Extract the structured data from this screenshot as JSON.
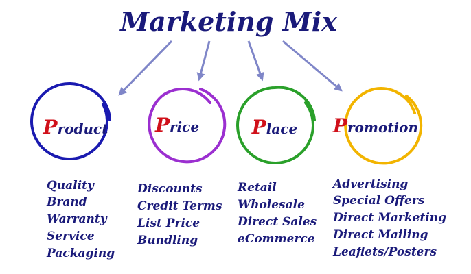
{
  "title": "Marketing Mix",
  "colors": {
    "title": "#1a1a7a",
    "initial": "#d0101a",
    "arrow": "#7f86c8",
    "product_ring": "#1a1ab0",
    "price_ring": "#9b2fd0",
    "place_ring": "#2aa02a",
    "promotion_ring": "#f2b400"
  },
  "pillars": [
    {
      "name": "Product",
      "initial": "P",
      "rest": "roduct",
      "items": [
        "Quality",
        "Brand",
        "Warranty",
        "Service",
        "Packaging"
      ]
    },
    {
      "name": "Price",
      "initial": "P",
      "rest": "rice",
      "items": [
        "Discounts",
        "Credit Terms",
        "List Price",
        "Bundling"
      ]
    },
    {
      "name": "Place",
      "initial": "P",
      "rest": "lace",
      "items": [
        "Retail",
        "Wholesale",
        "Direct Sales",
        "eCommerce"
      ]
    },
    {
      "name": "Promotion",
      "initial": "P",
      "rest": "romotion",
      "items": [
        "Advertising",
        "Special Offers",
        "Direct Marketing",
        "Direct Mailing",
        "Leaflets/Posters"
      ]
    }
  ]
}
